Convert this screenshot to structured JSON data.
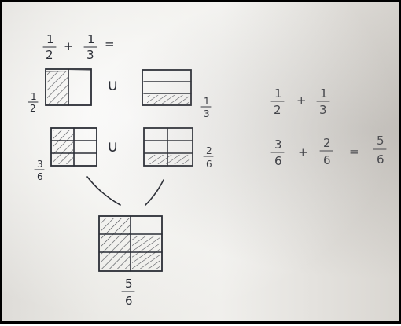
{
  "photo": {
    "ink_color": "#2b2e36",
    "paper_color": "#ebeae6"
  },
  "top_problem": {
    "a_num": "1",
    "a_den": "2",
    "op": "+",
    "b_num": "1",
    "b_den": "3",
    "eq": "="
  },
  "row1": {
    "left_label_num": "1",
    "left_label_den": "2",
    "union_symbol": "∪",
    "right_label_num": "1",
    "right_label_den": "3"
  },
  "row2": {
    "left_label_num": "3",
    "left_label_den": "6",
    "union_symbol": "∪",
    "right_label_num": "2",
    "right_label_den": "6"
  },
  "result": {
    "label_num": "5",
    "label_den": "6"
  },
  "right_eq1": {
    "a_num": "1",
    "a_den": "2",
    "op": "+",
    "b_num": "1",
    "b_den": "3"
  },
  "right_eq2": {
    "a_num": "3",
    "a_den": "6",
    "op": "+",
    "b_num": "2",
    "b_den": "6",
    "eq": "=",
    "c_num": "5",
    "c_den": "6"
  }
}
